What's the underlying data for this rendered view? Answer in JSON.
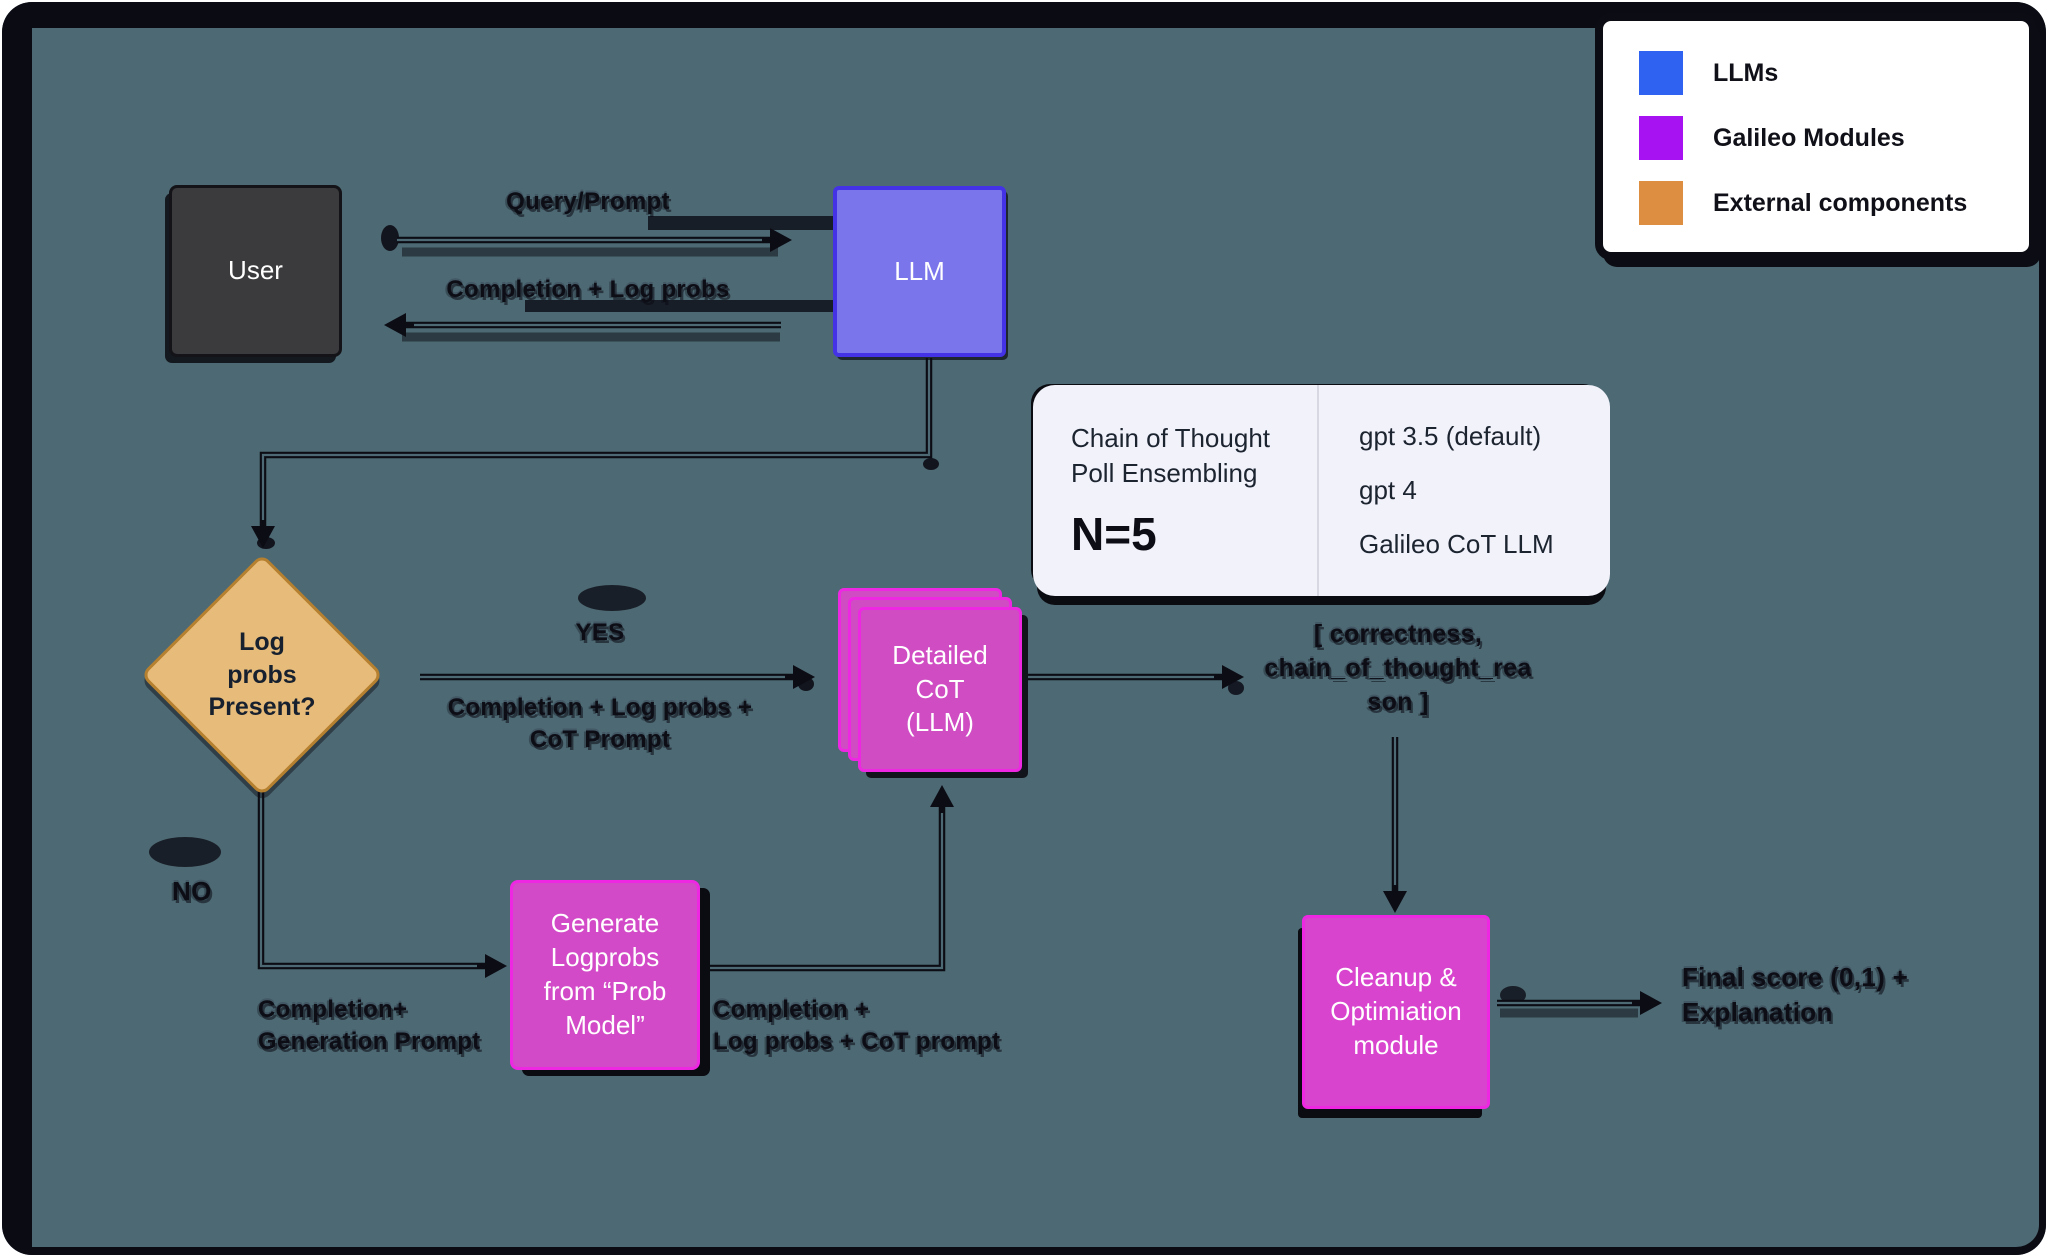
{
  "canvas": {
    "background": "#4d6973",
    "frame_color": "#0b0b13"
  },
  "legend": {
    "items": [
      {
        "label": "LLMs",
        "color": "#2f62f0"
      },
      {
        "label": "Galileo Modules",
        "color": "#a712f2"
      },
      {
        "label": "External components",
        "color": "#dd8e41"
      }
    ]
  },
  "nodes": {
    "user": {
      "label": "User",
      "fill": "#3b3b3d"
    },
    "llm": {
      "label": "LLM",
      "fill": "#7b75ec",
      "border": "#4433e6"
    },
    "decision": {
      "lines": [
        "Log",
        "probs",
        "Present?"
      ],
      "fill": "#e7bb79",
      "border": "#b5802f"
    },
    "detailed_cot": {
      "lines": [
        "Detailed",
        "CoT",
        "(LLM)"
      ],
      "fill": "#cf4cc3",
      "border": "#ee28e2"
    },
    "generate_logprobs": {
      "lines": [
        "Generate",
        "Logprobs",
        "from “Prob",
        "Model”"
      ],
      "fill": "#d24ac7"
    },
    "cleanup": {
      "lines": [
        "Cleanup &",
        "Optimiation",
        "module"
      ],
      "fill": "#d844cd"
    }
  },
  "edges": {
    "query_prompt": {
      "label": "Query/Prompt"
    },
    "completion_logprobs": {
      "label": "Completion + Log probs"
    },
    "yes": {
      "label": "YES",
      "payload_lines": [
        "Completion + Log probs +",
        "CoT Prompt"
      ]
    },
    "no": {
      "label": "NO",
      "payload_lines": [
        "Completion+",
        "Generation Prompt"
      ]
    },
    "generate_to_cot": {
      "payload_lines": [
        "Completion +",
        "Log probs + CoT prompt"
      ]
    },
    "cot_output": {
      "lines": [
        "[ correctness,",
        "chain_of_thought_rea",
        "son ]"
      ]
    },
    "final_output": {
      "lines": [
        "Final score (0,1) +",
        "Explanation"
      ]
    }
  },
  "note": {
    "title_lines": [
      "Chain of Thought",
      "Poll Ensembling"
    ],
    "n_value": "N=5",
    "models": [
      "gpt 3.5 (default)",
      "gpt 4",
      "Galileo CoT LLM"
    ]
  }
}
